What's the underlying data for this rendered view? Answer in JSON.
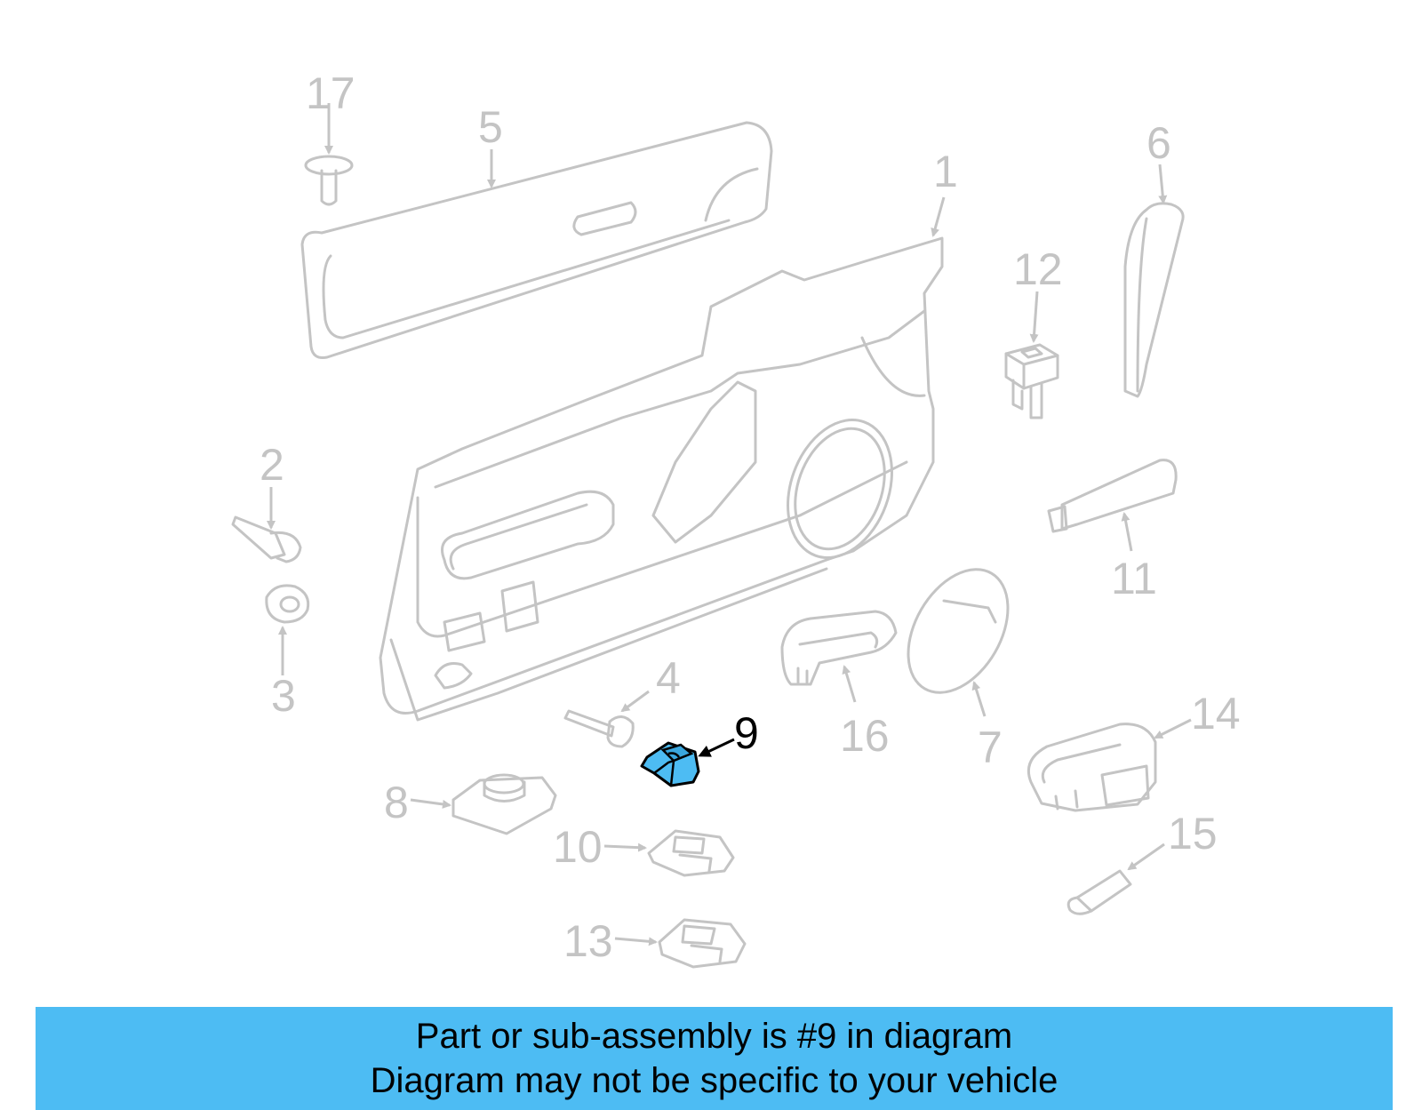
{
  "colors": {
    "highlight": "#4dbcf3",
    "banner": "#4dbcf3",
    "muted_lines": "#c4c4c4",
    "text_dark": "#000000"
  },
  "callouts": {
    "c1": "1",
    "c2": "2",
    "c3": "3",
    "c4": "4",
    "c5": "5",
    "c6": "6",
    "c7": "7",
    "c8": "8",
    "c9": "9",
    "c10": "10",
    "c11": "11",
    "c12": "12",
    "c13": "13",
    "c14": "14",
    "c15": "15",
    "c16": "16",
    "c17": "17"
  },
  "banner": {
    "line1": "Part or sub-assembly is #9 in diagram",
    "line2": "Diagram may not be specific to your vehicle"
  }
}
